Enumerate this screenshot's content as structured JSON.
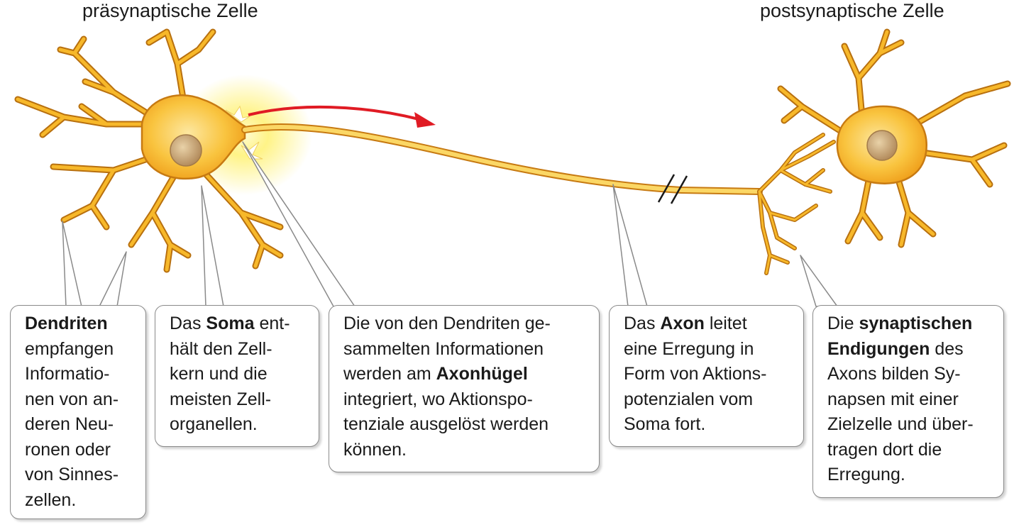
{
  "titles": {
    "presynaptic": "präsynaptische Zelle",
    "postsynaptic": "postsynaptische Zelle"
  },
  "callouts": {
    "dendriten": {
      "lines": [
        {
          "bold": "Dendriten",
          "text": ""
        },
        {
          "bold": "",
          "text": "empfangen"
        },
        {
          "bold": "",
          "text": "Informatio-"
        },
        {
          "bold": "",
          "text": "nen von an-"
        },
        {
          "bold": "",
          "text": "deren Neu-"
        },
        {
          "bold": "",
          "text": "ronen oder"
        },
        {
          "bold": "",
          "text": "von Sinnes-"
        },
        {
          "bold": "",
          "text": "zellen."
        }
      ]
    },
    "soma": {
      "lines": [
        {
          "pre": "Das ",
          "bold": "Soma",
          "post": " ent-"
        },
        {
          "pre": "hält den Zell-",
          "bold": "",
          "post": ""
        },
        {
          "pre": "kern und die",
          "bold": "",
          "post": ""
        },
        {
          "pre": "meisten Zell-",
          "bold": "",
          "post": ""
        },
        {
          "pre": "organellen.",
          "bold": "",
          "post": ""
        }
      ]
    },
    "axonhuegel": {
      "lines": [
        {
          "pre": "Die von den Dendriten ge-",
          "bold": "",
          "post": ""
        },
        {
          "pre": "sammelten Informationen",
          "bold": "",
          "post": ""
        },
        {
          "pre": "werden am ",
          "bold": "Axonhügel",
          "post": ""
        },
        {
          "pre": "integriert, wo Aktionspo-",
          "bold": "",
          "post": ""
        },
        {
          "pre": "tenziale ausgelöst werden",
          "bold": "",
          "post": ""
        },
        {
          "pre": "können.",
          "bold": "",
          "post": ""
        }
      ]
    },
    "axon": {
      "lines": [
        {
          "pre": "Das ",
          "bold": "Axon",
          "post": " leitet"
        },
        {
          "pre": "eine Erregung in",
          "bold": "",
          "post": ""
        },
        {
          "pre": "Form von Aktions-",
          "bold": "",
          "post": ""
        },
        {
          "pre": "potenzialen vom",
          "bold": "",
          "post": ""
        },
        {
          "pre": "Soma fort.",
          "bold": "",
          "post": ""
        }
      ]
    },
    "synapse": {
      "lines": [
        {
          "pre": "Die ",
          "bold": "synaptischen",
          "post": ""
        },
        {
          "pre": "",
          "bold": "Endigungen",
          "post": " des"
        },
        {
          "pre": "Axons bilden Sy-",
          "bold": "",
          "post": ""
        },
        {
          "pre": "napsen mit einer",
          "bold": "",
          "post": ""
        },
        {
          "pre": "Zielzelle und über-",
          "bold": "",
          "post": ""
        },
        {
          "pre": "tragen dort die",
          "bold": "",
          "post": ""
        },
        {
          "pre": "Erregung.",
          "bold": "",
          "post": ""
        }
      ]
    }
  },
  "colors": {
    "cell_fill": "#f6b520",
    "cell_edge": "#c77a12",
    "nucleus": "#c9a678",
    "glow": "#fff27a",
    "signal_arrow": "#e01b24",
    "callout_border": "#8a8a8a"
  }
}
